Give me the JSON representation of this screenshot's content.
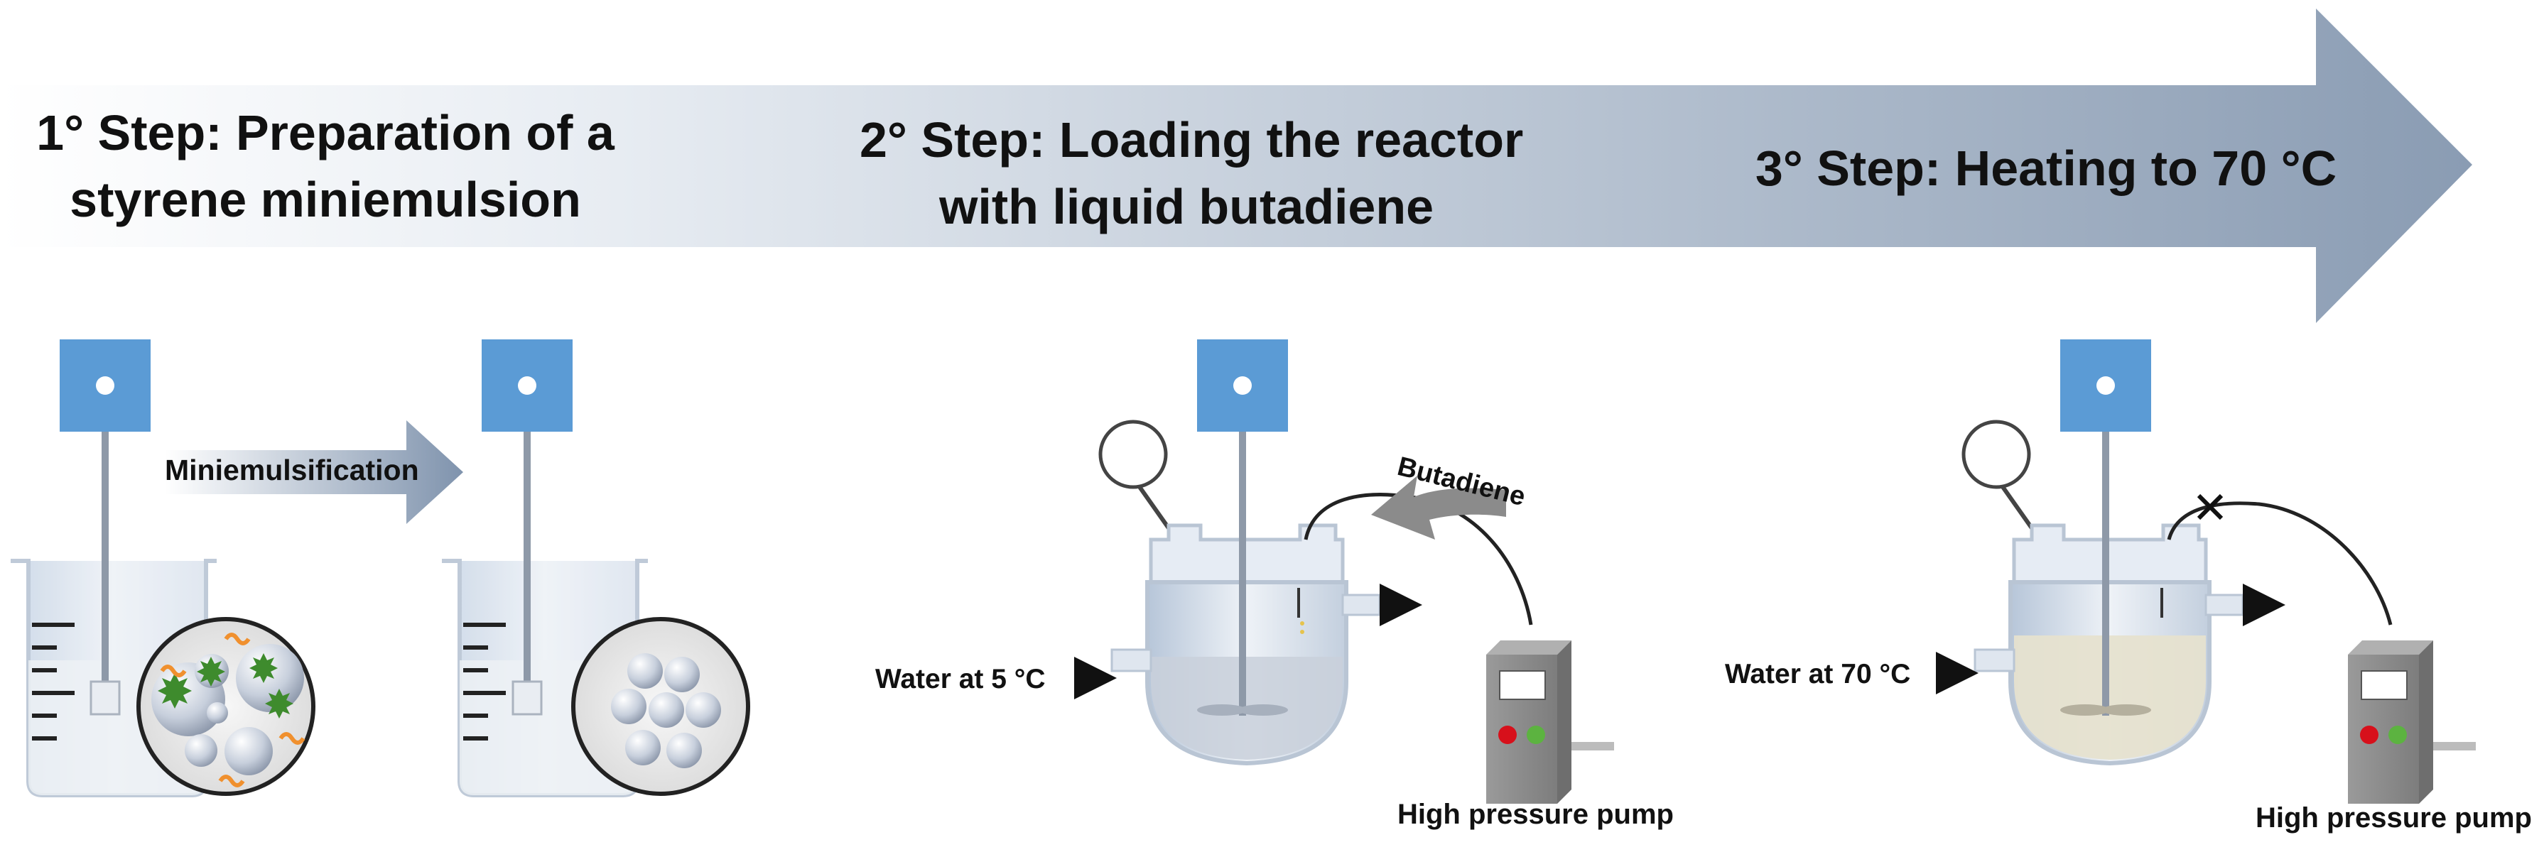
{
  "colors": {
    "arrow_start": "#ffffff",
    "arrow_end": "#8a9cb3",
    "motor_blue": "#5b9bd5",
    "glass": "#d6dfea",
    "glass_edge": "#b9c5d4",
    "cold_water": "#c9d0db",
    "warm_latex": "#e6e1cf",
    "pump_body": "#8f8f8f",
    "pump_red": "#d7101b",
    "pump_green": "#5cb340",
    "surfactant_orange": "#f0902e",
    "initiator_green": "#3e8b2d"
  },
  "steps": [
    {
      "line1": "1° Step: Preparation of a",
      "line2": "styrene miniemulsion"
    },
    {
      "line1": "2° Step: Loading the reactor",
      "line2": "with liquid butadiene"
    },
    {
      "line1": "3° Step: Heating to 70 °C",
      "line2": ""
    }
  ],
  "labels": {
    "miniemulsification": "Miniemulsification",
    "butadiene": "Butadiene",
    "water_step2": "Water at 5 °C",
    "water_step3": "Water at 70 °C",
    "pump_step2": "High pressure pump",
    "pump_step3": "High pressure pump"
  },
  "icons": {
    "process_arrow": "big-right-arrow",
    "stirrer_motor": "square-motor-icon",
    "closed_valve": "cross-mark-icon",
    "flow_arrow": "small-right-arrow"
  }
}
